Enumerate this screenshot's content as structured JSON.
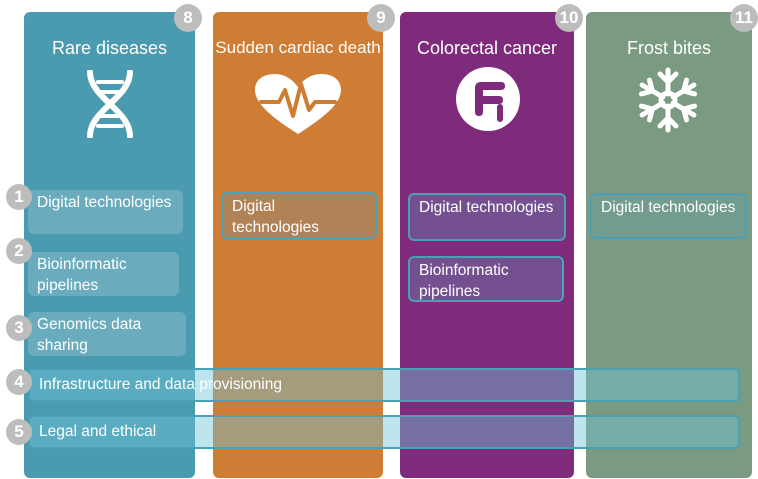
{
  "columns": [
    {
      "badge": "8",
      "title": "Rare diseases",
      "icon": "dna-icon",
      "color": "#4a9ab0",
      "boxes": [
        "Digital technologies",
        "Bioinformatic pipelines",
        "Genomics data sharing"
      ]
    },
    {
      "badge": "9",
      "title": "Sudden cardiac death",
      "icon": "heart-pulse-icon",
      "color": "#cf7d34",
      "boxes": [
        "Digital technologies"
      ]
    },
    {
      "badge": "10",
      "title": "Colorectal  cancer",
      "icon": "intestine-icon",
      "color": "#7d2b7a",
      "boxes": [
        "Digital technologies",
        "Bioinformatic pipelines"
      ]
    },
    {
      "badge": "11",
      "title": "Frost bites",
      "icon": "snowflake-icon",
      "color": "#7a9a82",
      "boxes": [
        "Digital technologies"
      ]
    }
  ],
  "row_numbers": [
    "1",
    "2",
    "3",
    "4",
    "5"
  ],
  "bands": [
    "Infrastructure and data provisioning",
    "Legal and ethical"
  ],
  "colors": {
    "badge": "#bdbdbd",
    "band_border": "#4aa0b4"
  }
}
